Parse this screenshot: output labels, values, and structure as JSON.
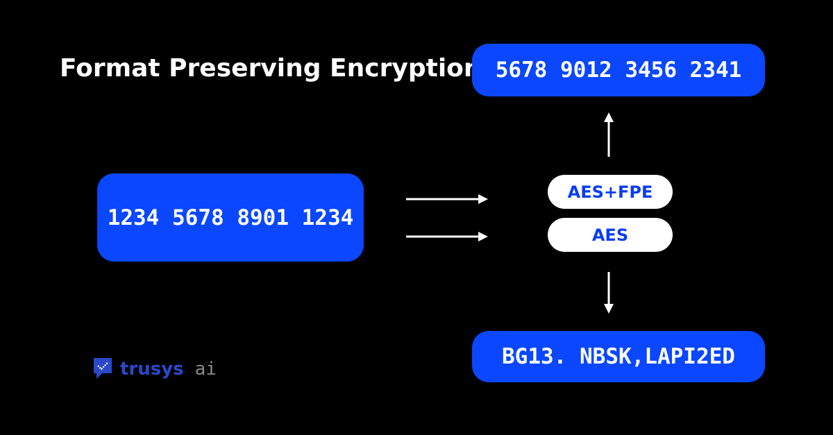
{
  "title": "Format Preserving Encryption",
  "input_value": "1234 5678 8901 1234",
  "encrypted_fpe_value": "5678 9012 3456 2341",
  "encrypted_aes_value": "BG13. NBSK,LAPI2ED",
  "methods": {
    "fpe": "AES+FPE",
    "aes": "AES"
  },
  "brand": {
    "name": "trusys",
    "suffix": "ai",
    "icon": "chat-check-icon"
  },
  "colors": {
    "background": "#000000",
    "accent_blue": "#0a47ff",
    "pill_background": "#ffffff",
    "pill_text": "#0a3df0",
    "brand_blue": "#2a49c9",
    "brand_gray": "#8a8a8a"
  }
}
